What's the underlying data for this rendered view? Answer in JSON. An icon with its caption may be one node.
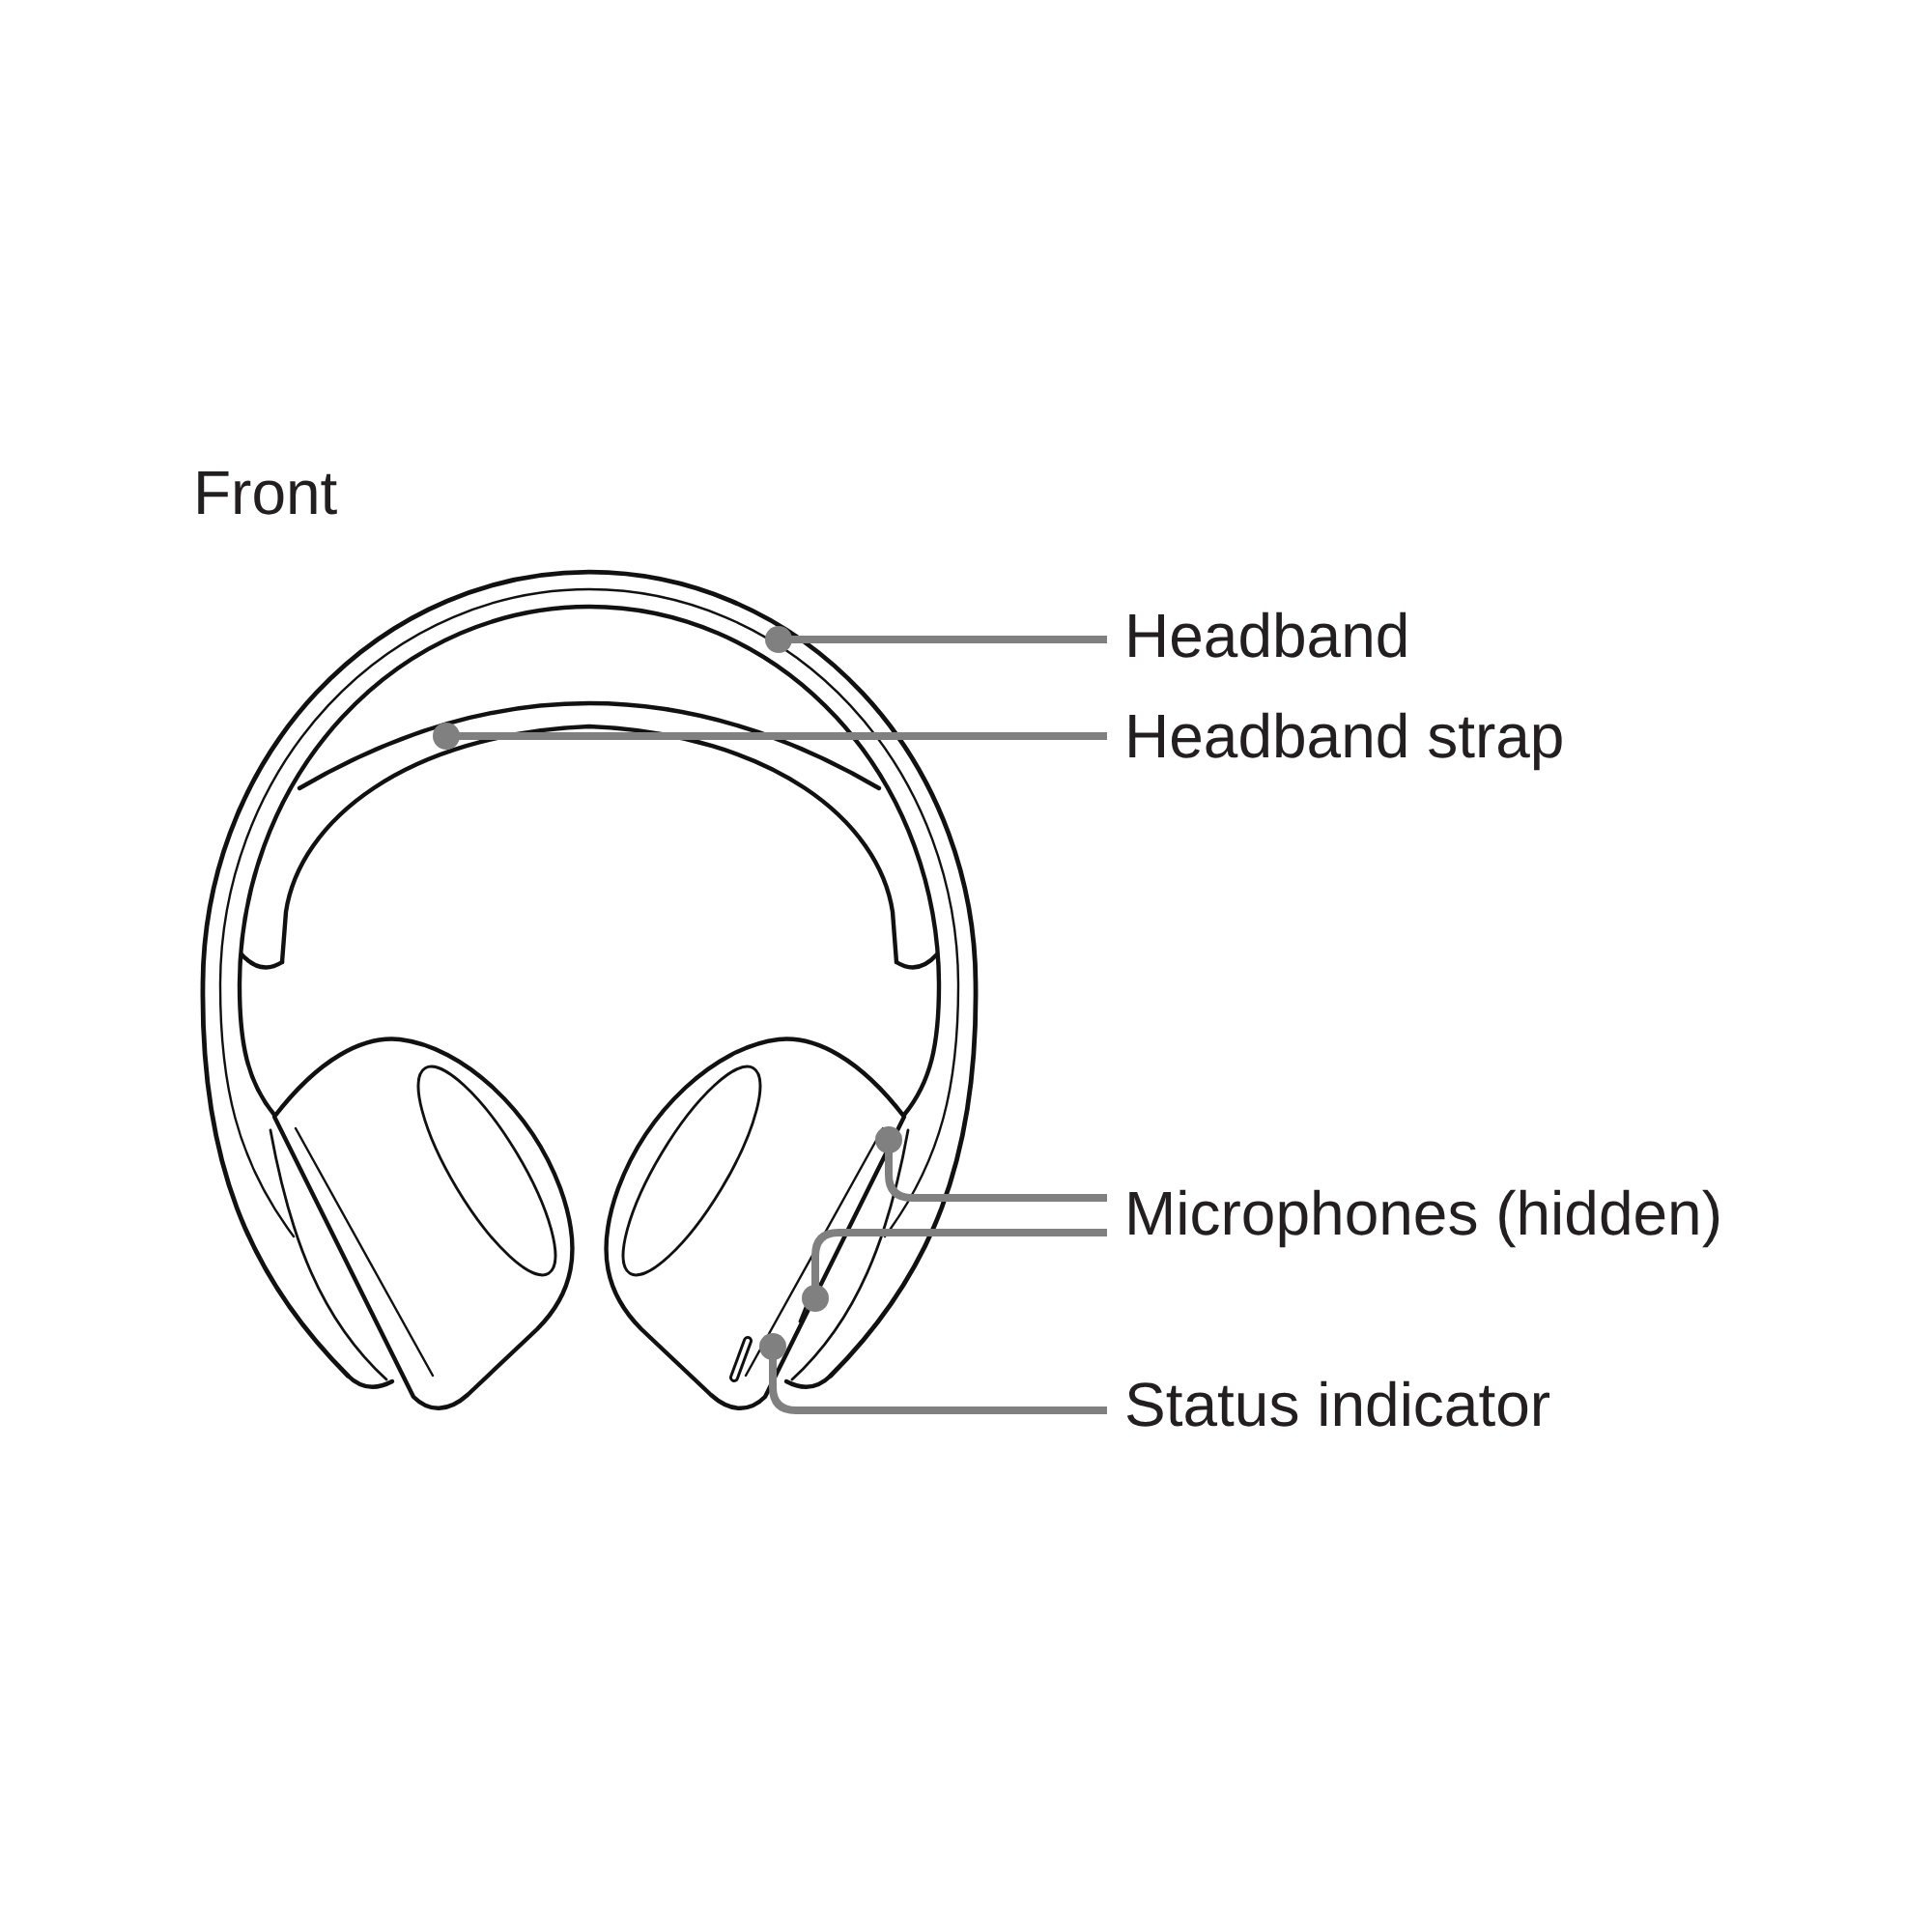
{
  "diagram": {
    "nodes": [
      {
        "text": [
          "Headband"
        ]
      },
      {
        "text": [
          "Headband strap"
        ]
      },
      {
        "text": [
          "Microphones (hidden)"
        ]
      },
      {
        "text": [
          "Status indicator"
        ]
      }
    ],
    "edges": [
      {
        "from": 0,
        "to": null,
        "arrow": "other"
      },
      {
        "from": 1,
        "to": null,
        "arrow": "other"
      },
      {
        "from": 2,
        "to": null,
        "arrow": "other"
      },
      {
        "from": 2,
        "to": null,
        "arrow": "other"
      },
      {
        "from": 3,
        "to": null,
        "arrow": "other"
      }
    ],
    "labels": [
      "Front"
    ]
  }
}
